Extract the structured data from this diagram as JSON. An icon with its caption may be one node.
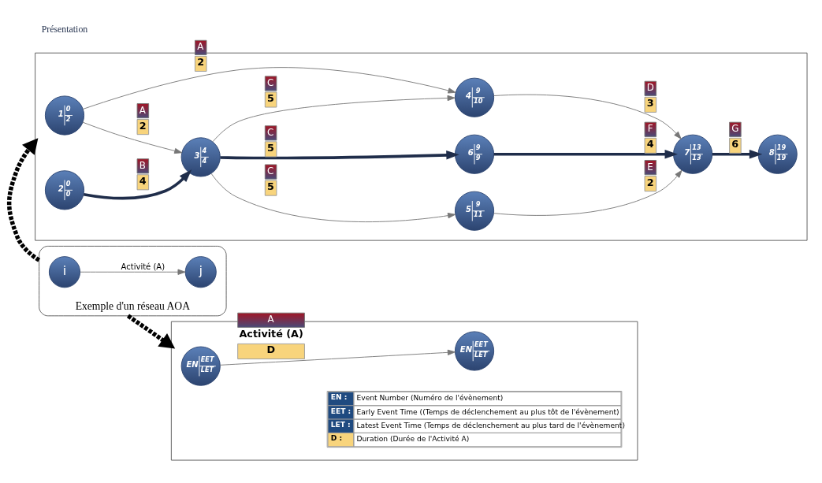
{
  "diagram": {
    "nodes": [
      {
        "text": [
          "Exemple d'un réseau AOA"
        ]
      },
      {
        "text": [
          "i"
        ],
        "in": 0
      },
      {
        "text": [
          "j"
        ],
        "in": 0
      },
      {
        "text": [],
        "shape": "box"
      },
      {
        "text": [
          "EN",
          "EET",
          "LET"
        ],
        "in": 3
      },
      {
        "text": [
          "EN",
          "EET",
          "LET"
        ],
        "in": 3
      },
      {
        "text": [],
        "shape": "box"
      },
      {
        "text": [
          "1",
          "0",
          "2"
        ],
        "in": 6
      },
      {
        "text": [
          "2",
          "0",
          "0"
        ],
        "in": 6
      },
      {
        "text": [
          "3",
          "4",
          "4"
        ],
        "in": 6
      },
      {
        "text": [
          "4",
          "9",
          "10"
        ],
        "in": 6
      },
      {
        "text": [
          "5",
          "9",
          "11"
        ],
        "in": 6
      },
      {
        "text": [
          "6",
          "9",
          "9"
        ],
        "in": 6
      },
      {
        "text": [
          "7",
          "13",
          "13"
        ],
        "in": 6
      },
      {
        "text": [
          "8",
          "19",
          "19"
        ],
        "in": 6
      }
    ],
    "edges": [
      {
        "from": 1,
        "to": 2,
        "arrow": "to",
        "label": "Activité (A)"
      },
      {
        "from": 4,
        "to": 5,
        "arrow": "to",
        "label": "A Activité (A) D"
      },
      {
        "from": 0,
        "to": 3,
        "arrow": "to",
        "style": "dashed",
        "color": "#000000"
      },
      {
        "from": 0,
        "to": 6,
        "arrow": "to",
        "style": "dashed",
        "color": "#000000"
      },
      {
        "from": 7,
        "to": 10,
        "arrow": "to",
        "label": "A 2"
      },
      {
        "from": 7,
        "to": 9,
        "arrow": "to",
        "label": "A 2"
      },
      {
        "from": 8,
        "to": 9,
        "arrow": "to",
        "label": "B 4",
        "style": "thick"
      },
      {
        "from": 9,
        "to": 10,
        "arrow": "to",
        "label": "C 5"
      },
      {
        "from": 9,
        "to": 11,
        "arrow": "to",
        "label": "C 5"
      },
      {
        "from": 9,
        "to": 12,
        "arrow": "to",
        "label": "C 5",
        "style": "thick"
      },
      {
        "from": 10,
        "to": 13,
        "arrow": "to",
        "label": "D 3"
      },
      {
        "from": 11,
        "to": 13,
        "arrow": "to",
        "label": "E 2"
      },
      {
        "from": 12,
        "to": 13,
        "arrow": "to",
        "label": "F 4",
        "style": "thick"
      },
      {
        "from": 13,
        "to": 14,
        "arrow": "to",
        "label": "G 6",
        "style": "thick"
      }
    ],
    "labels": [
      "Présentation",
      "EN :",
      "Event Number (Numéro de l'évènement)",
      "EET :",
      "Early Event Time ((Temps de déclenchement au plus tôt de l'évènement)",
      "LET :",
      "Latest Event Time (Temps de déclenchement au plus tard de l'évènement)",
      "D :",
      "Duration (Durée de l'Activité A)"
    ]
  }
}
